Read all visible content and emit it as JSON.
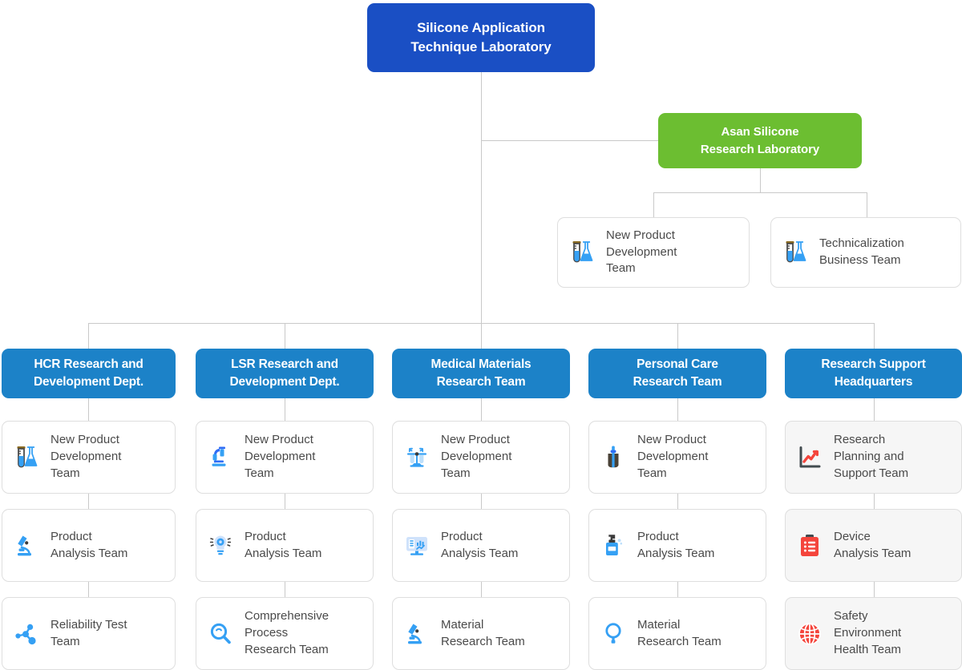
{
  "root": {
    "label": "Silicone Application\nTechnique Laboratory",
    "color": "#1a4fc4"
  },
  "asan": {
    "label": "Asan Silicone\nResearch Laboratory",
    "color": "#6cbe31",
    "children": [
      {
        "label": "New Product\nDevelopment\nTeam",
        "icon": "test-tube-flask-icon"
      },
      {
        "label": "Technicalization\nBusiness Team",
        "icon": "test-tube-flask-icon"
      }
    ]
  },
  "departments": [
    {
      "label": "HCR Research and\nDevelopment Dept.",
      "color": "#1c82c8",
      "children": [
        {
          "label": "New Product\nDevelopment\nTeam",
          "icon": "test-tube-flask-icon"
        },
        {
          "label": "Product\nAnalysis Team",
          "icon": "microscope-icon"
        },
        {
          "label": "Reliability Test\nTeam",
          "icon": "molecule-network-icon"
        }
      ]
    },
    {
      "label": "LSR Research and\nDevelopment Dept.",
      "color": "#1c82c8",
      "children": [
        {
          "label": "New Product\nDevelopment\nTeam",
          "icon": "microscope-side-icon"
        },
        {
          "label": "Product\nAnalysis Team",
          "icon": "lightbulb-gear-icon"
        },
        {
          "label": "Comprehensive\nProcess\nResearch Team",
          "icon": "magnifier-icon"
        }
      ]
    },
    {
      "label": "Medical Materials\nResearch Team",
      "color": "#1c82c8",
      "children": [
        {
          "label": "New Product\nDevelopment\nTeam",
          "icon": "lab-stand-icon"
        },
        {
          "label": "Product\nAnalysis Team",
          "icon": "monitor-chart-icon"
        },
        {
          "label": "Material\nResearch Team",
          "icon": "microscope-icon"
        }
      ]
    },
    {
      "label": "Personal Care\nResearch Team",
      "color": "#1c82c8",
      "children": [
        {
          "label": "New Product\nDevelopment\nTeam",
          "icon": "dropper-bottle-icon"
        },
        {
          "label": "Product\nAnalysis Team",
          "icon": "pump-bottle-icon"
        },
        {
          "label": "Material\nResearch Team",
          "icon": "magnifier-outline-icon"
        }
      ]
    },
    {
      "label": "Research Support\nHeadquarters",
      "color": "#1c82c8",
      "tinted": true,
      "children": [
        {
          "label": "Research\nPlanning and\nSupport Team",
          "icon": "line-chart-icon"
        },
        {
          "label": "Device\nAnalysis Team",
          "icon": "clipboard-icon"
        },
        {
          "label": "Safety\nEnvironment\nHealth Team",
          "icon": "globe-icon"
        }
      ]
    }
  ],
  "palette": {
    "root_blue": "#1a4fc4",
    "dept_blue": "#1c82c8",
    "green": "#6cbe31",
    "icon_blue": "#35a0f4",
    "icon_red": "#f4453c",
    "icon_dark": "#414b4f",
    "line_gray": "#c9c9c9",
    "card_border": "#dedede",
    "text_gray": "#4a4a4a"
  }
}
